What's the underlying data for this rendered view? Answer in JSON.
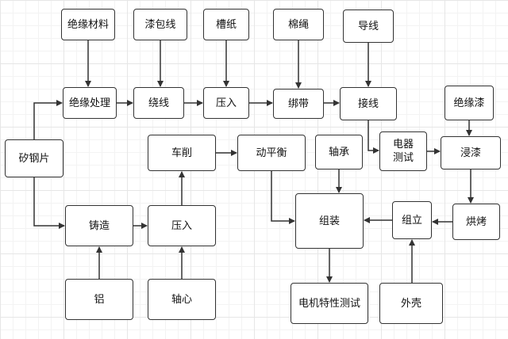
{
  "diagram": {
    "line_color": "#333333",
    "nodes": {
      "insulation_material": "绝缘材料",
      "enameled_wire": "漆包线",
      "slot_paper": "槽纸",
      "cotton_rope": "棉绳",
      "lead_wire": "导线",
      "insulation_treatment": "绝缘处理",
      "winding": "绕线",
      "press_in_1": "压入",
      "binding": "绑带",
      "wiring": "接线",
      "insulating_varnish": "绝缘漆",
      "silicon_steel": "矽钢片",
      "turning": "车削",
      "dynamic_balance": "动平衡",
      "bearing": "轴承",
      "electrical_test": "电器\n测试",
      "impregnation": "浸漆",
      "casting": "铸造",
      "press_in_2": "压入",
      "assembly": "组装",
      "erection": "组立",
      "baking": "烘烤",
      "aluminum": "铝",
      "shaft_core": "轴心",
      "motor_test": "电机特性测试",
      "housing": "外壳"
    }
  }
}
